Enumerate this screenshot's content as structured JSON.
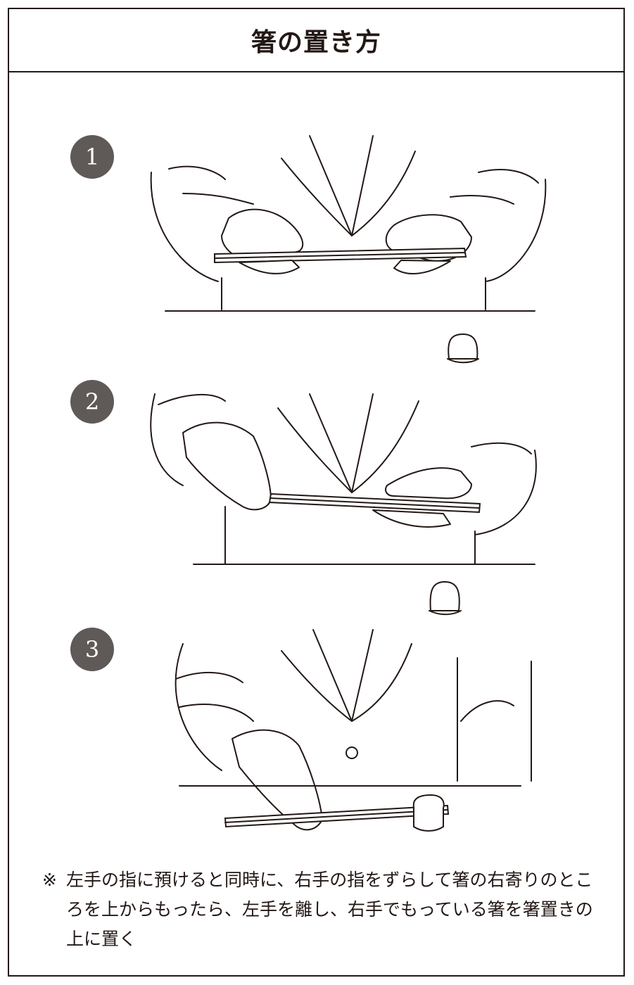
{
  "title": "箸の置き方",
  "steps": [
    {
      "number": "1"
    },
    {
      "number": "2"
    },
    {
      "number": "3"
    }
  ],
  "note": {
    "mark": "※",
    "text": "左手の指に預けると同時に、右手の指をずらして箸の右寄りのところを上からもったら、左手を離し、右手でもっている箸を箸置きの上に置く"
  },
  "colors": {
    "line": "#231815",
    "badge": "#5f5a58",
    "background": "#ffffff"
  }
}
